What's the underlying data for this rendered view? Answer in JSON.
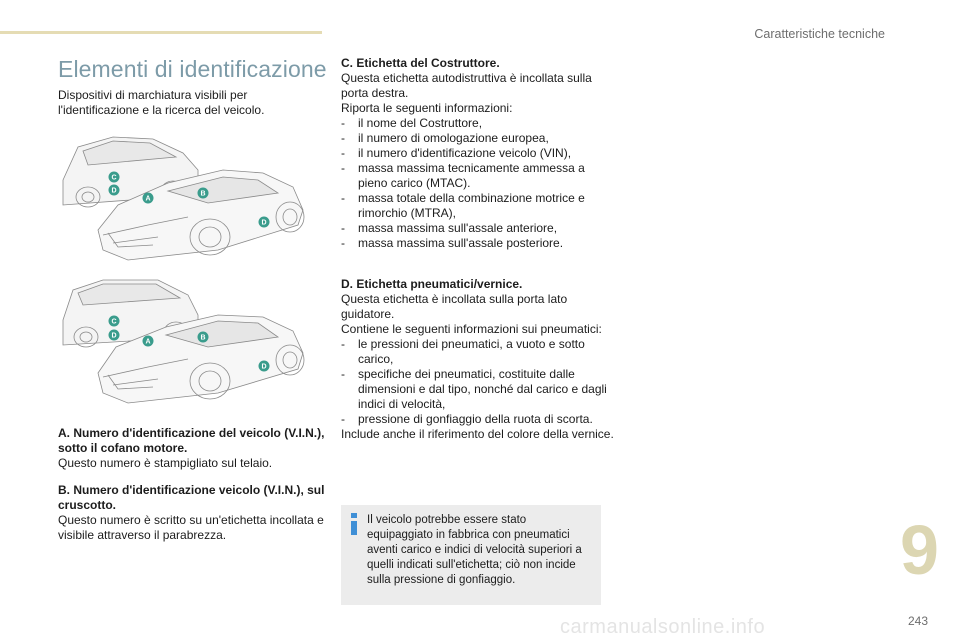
{
  "header": {
    "section": "Caratteristiche tecniche"
  },
  "title": "Elementi di identificazione",
  "intro": "Dispositivi di marchiatura visibili per l'identificazione e la ricerca del veicolo.",
  "figures": {
    "car1_labels": [
      "C",
      "D",
      "A",
      "B",
      "D"
    ],
    "car2_labels": [
      "C",
      "D",
      "A",
      "B",
      "D"
    ],
    "label_color": "#3a9c8c"
  },
  "block_a": {
    "heading": "A. Numero d'identificazione del veicolo (V.I.N.), sotto il cofano motore.",
    "text": "Questo numero è stampigliato sul telaio."
  },
  "block_b": {
    "heading": "B. Numero d'identificazione veicolo (V.I.N.), sul cruscotto.",
    "text": "Questo numero è scritto su un'etichetta incollata e visibile attraverso il parabrezza."
  },
  "block_c": {
    "heading": "C. Etichetta del Costruttore.",
    "text1": "Questa etichetta autodistruttiva è incollata sulla porta destra.",
    "text2": "Riporta le seguenti informazioni:",
    "items": [
      "il nome del Costruttore,",
      "il numero di omologazione europea,",
      "il numero d'identificazione veicolo (VIN),",
      "massa massima tecnicamente ammessa a pieno carico (MTAC).",
      "massa totale della combinazione motrice e rimorchio (MTRA),",
      "massa massima sull'assale anteriore,",
      "massa massima sull'assale posteriore."
    ]
  },
  "block_d": {
    "heading": "D. Etichetta pneumatici/vernice.",
    "text1": "Questa etichetta è incollata sulla porta lato guidatore.",
    "text2": "Contiene le seguenti informazioni sui pneumatici:",
    "items": [
      "le pressioni dei pneumatici, a vuoto e sotto carico,",
      "specifiche dei pneumatici, costituite dalle dimensioni e dal tipo, nonché dal carico e dagli indici di velocità,",
      "pressione di gonfiaggio della ruota di scorta."
    ],
    "text3": "Include anche il riferimento del colore della vernice."
  },
  "info_box": {
    "icon": "info-icon",
    "text": "Il veicolo potrebbe essere stato equipaggiato in fabbrica con pneumatici aventi carico e indici di velocità superiori a quelli indicati sull'etichetta; ciò non incide sulla pressione di gonfiaggio."
  },
  "chapter": "9",
  "page_number": "243",
  "watermark": "carmanualsonline.info"
}
